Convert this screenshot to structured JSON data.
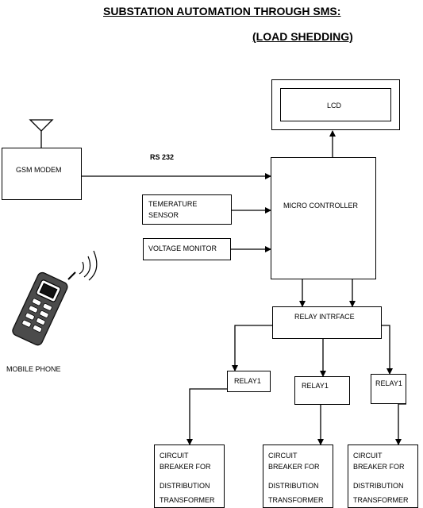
{
  "title": "SUBSTATION AUTOMATION THROUGH SMS:",
  "subtitle": "(LOAD SHEDDING)",
  "blocks": {
    "lcd": "LCD",
    "gsm": "GSM MODEM",
    "rs232": "RS 232",
    "micro": "MICRO CONTROLLER",
    "temp_line1": "TEMERATURE",
    "temp_line2": "SENSOR",
    "voltage": "VOLTAGE MONITOR",
    "relay_interface": "RELAY INTRFACE",
    "relay_1": "RELAY1",
    "relay_2": "RELAY1",
    "relay_3": "RELAY1",
    "mobile": "MOBILE PHONE"
  },
  "breakers": [
    {
      "line1": "CIRCUIT",
      "line2": "BREAKER FOR",
      "line3": "DISTRIBUTION",
      "line4": "TRANSFORMER"
    },
    {
      "line1": "CIRCUIT",
      "line2": "BREAKER FOR",
      "line3": "DISTRIBUTION",
      "line4": "TRANSFORMER"
    },
    {
      "line1": "CIRCUIT",
      "line2": "BREAKER FOR",
      "line3": "DISTRIBUTION",
      "line4": "TRANSFORMER"
    }
  ]
}
